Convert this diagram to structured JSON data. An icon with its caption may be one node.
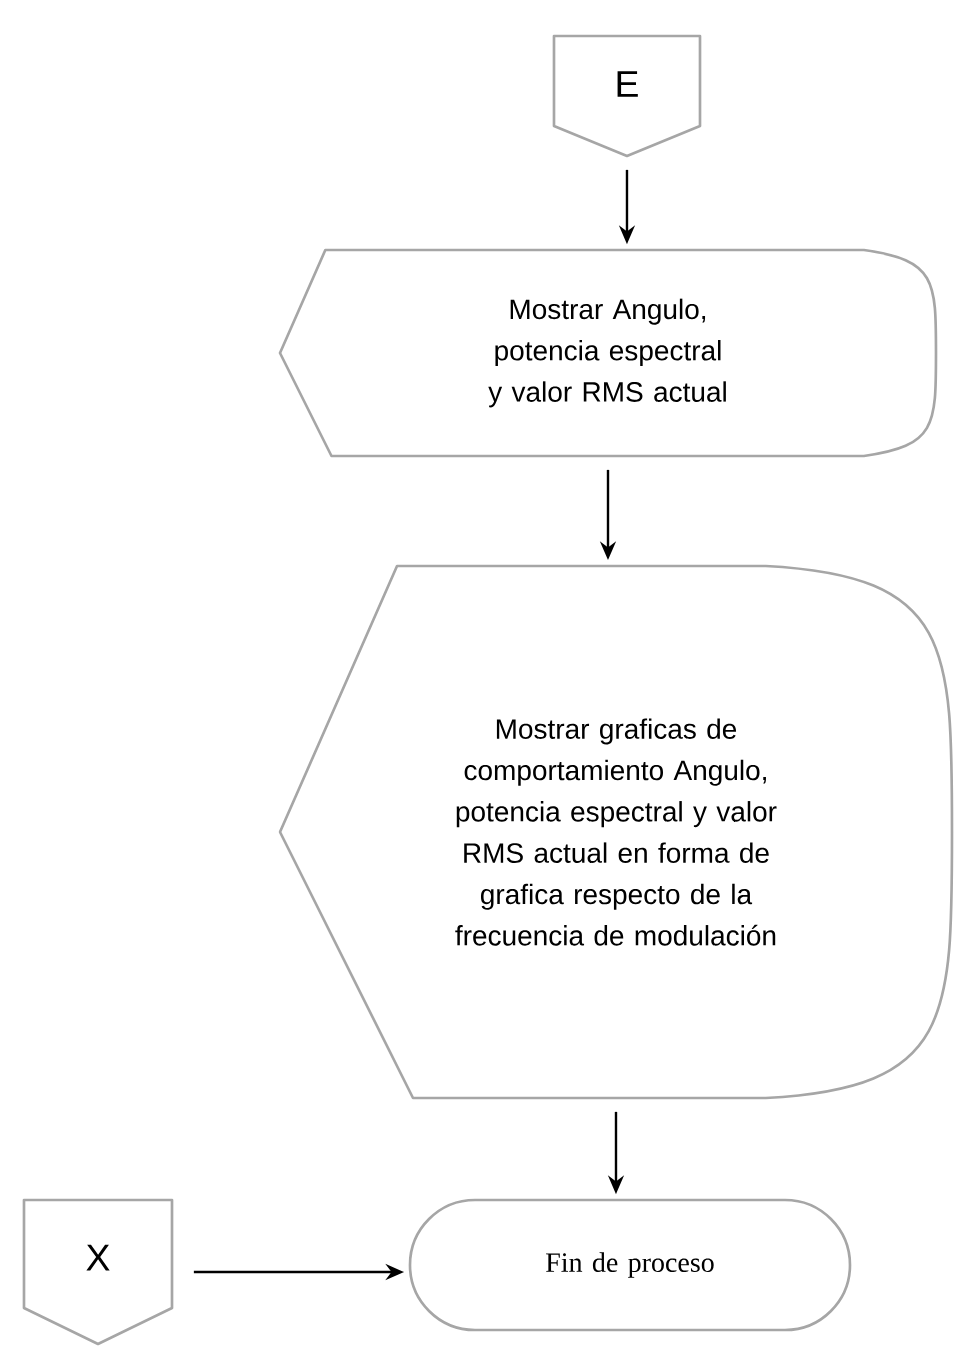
{
  "diagram": {
    "nodes": [
      {
        "text": [
          "E"
        ]
      },
      {
        "text": [
          "Mostrar Angulo, potencia espectral y valor RMS actual"
        ]
      },
      {
        "text": [
          "Mostrar graficas de comportamiento Angulo, potencia espectral y valor RMS actual en forma de grafica respecto de la frecuencia de modulación"
        ]
      },
      {
        "text": [
          "Fin de proceso"
        ]
      },
      {
        "text": [
          "X"
        ]
      }
    ],
    "edges": [
      {
        "from": 0,
        "to": 1,
        "arrow": "to"
      },
      {
        "from": 1,
        "to": 2,
        "arrow": "to"
      },
      {
        "from": 2,
        "to": 3,
        "arrow": "to"
      },
      {
        "from": 4,
        "to": 3,
        "arrow": "to"
      }
    ]
  }
}
